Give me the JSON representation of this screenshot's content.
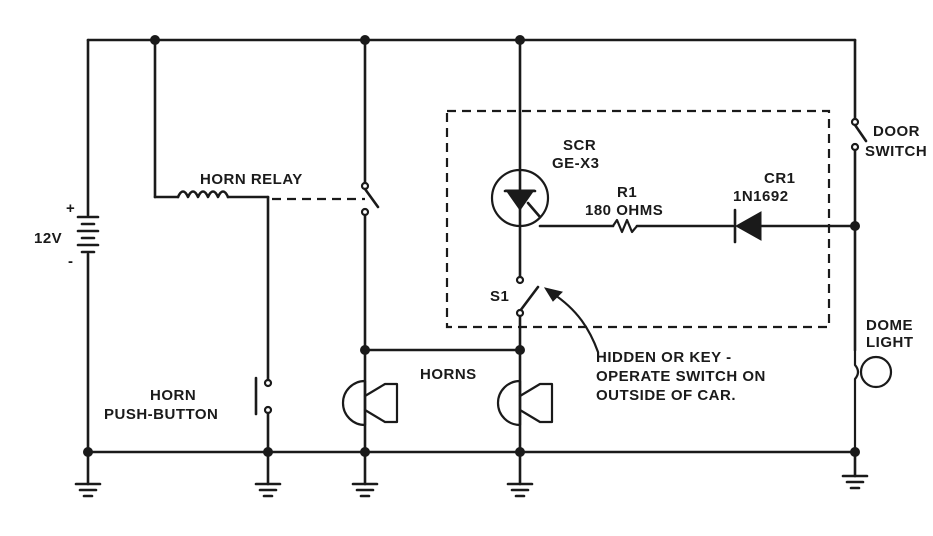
{
  "labels": {
    "battery_voltage": "12V",
    "battery_plus": "+",
    "battery_minus": "-",
    "horn_relay": "HORN RELAY",
    "scr_line1": "SCR",
    "scr_line2": "GE-X3",
    "r1_line1": "R1",
    "r1_line2": "180 OHMS",
    "cr1_line1": "CR1",
    "cr1_line2": "1N1692",
    "door_switch_line1": "DOOR",
    "door_switch_line2": "SWITCH",
    "s1": "S1",
    "dome_light_line1": "DOME",
    "dome_light_line2": "LIGHT",
    "horns": "HORNS",
    "horn_pushbutton_line1": "HORN",
    "horn_pushbutton_line2": "PUSH-BUTTON",
    "note_line1": "HIDDEN OR KEY -",
    "note_line2": "OPERATE SWITCH ON",
    "note_line3": "OUTSIDE OF CAR."
  }
}
